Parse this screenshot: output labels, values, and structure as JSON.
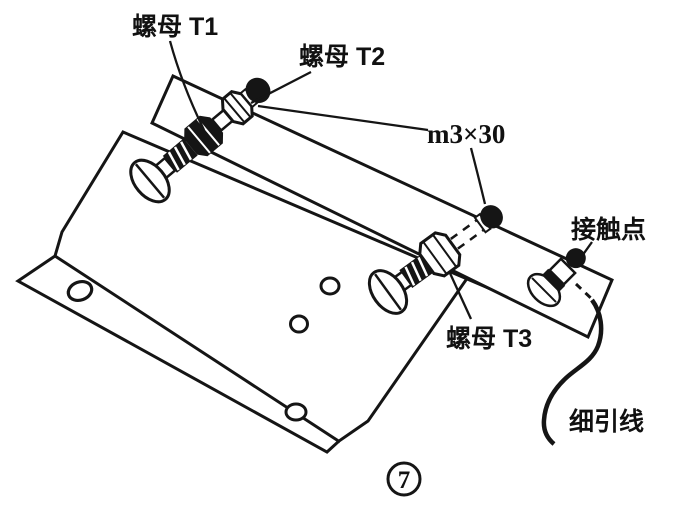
{
  "labels": {
    "nut_t1": "螺母 T1",
    "nut_t2": "螺母 T2",
    "nut_t3": "螺母 T3",
    "screw_spec": "m3×30",
    "contact_point": "接触点",
    "lead_wire": "细引线",
    "figure_number": "7"
  },
  "colors": {
    "ink": "#151515",
    "paper": "#ffffff"
  }
}
